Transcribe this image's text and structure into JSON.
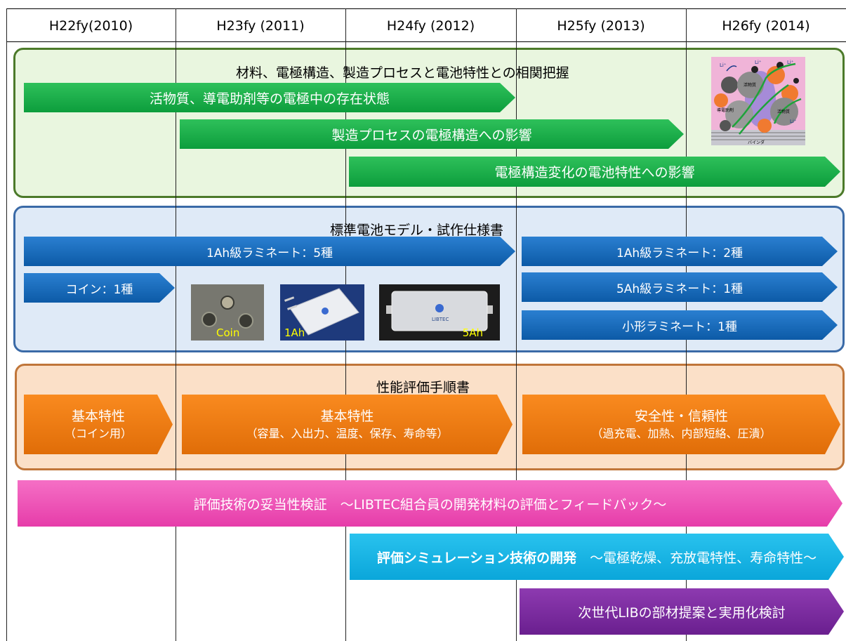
{
  "header": {
    "years": [
      "H22fy(2010)",
      "H23fy (2011)",
      "H24fy (2012)",
      "H25fy (2013)",
      "H26fy (2014)"
    ]
  },
  "section_correlation": {
    "title": "材料、電極構造、製造プロセスと電池特性との相関把握",
    "arrows": [
      "活物質、導電助剤等の電極中の存在状態",
      "製造プロセスの電極構造への影響",
      "電極構造変化の電池特性への影響"
    ]
  },
  "section_model": {
    "title": "標準電池モデル・試作仕様書",
    "arrows": [
      "1Ah級ラミネート：5種",
      "コイン：1種",
      "1Ah級ラミネート：2種",
      "5Ah級ラミネート：1種",
      "小形ラミネート：1種"
    ],
    "photos": [
      "Coin",
      "1Ah",
      "5Ah"
    ],
    "brand": "LIBTEC"
  },
  "section_eval": {
    "title": "性能評価手順書",
    "arrows": [
      {
        "main": "基本特性",
        "sub": "（コイン用）"
      },
      {
        "main": "基本特性",
        "sub": "（容量、入出力、温度、保存、寿命等）"
      },
      {
        "main": "安全性・信頼性",
        "sub": "（過充電、加熱、内部短絡、圧潰）"
      }
    ]
  },
  "validation": {
    "text": "評価技術の妥当性検証　～LIBTEC組合員の開発材料の評価とフィードバック～"
  },
  "simulation": {
    "bold": "評価シミュレーション技術の開発",
    "rest": "　～電極乾燥、充放電特性、寿命特性～"
  },
  "next_gen": {
    "text": "次世代LIBの部材提案と実用化検討"
  },
  "diagram_labels": [
    "Li⁺",
    "Li⁺",
    "Li⁺",
    "Li⁺",
    "活物質",
    "活物質",
    "導電助剤",
    "バインダ"
  ],
  "colors": {
    "green": "#0c9d3c",
    "blue": "#0c5aa6",
    "orange": "#e06d08",
    "pink": "#e63ca9",
    "cyan": "#0aa6da",
    "purple": "#6a1f8f"
  }
}
